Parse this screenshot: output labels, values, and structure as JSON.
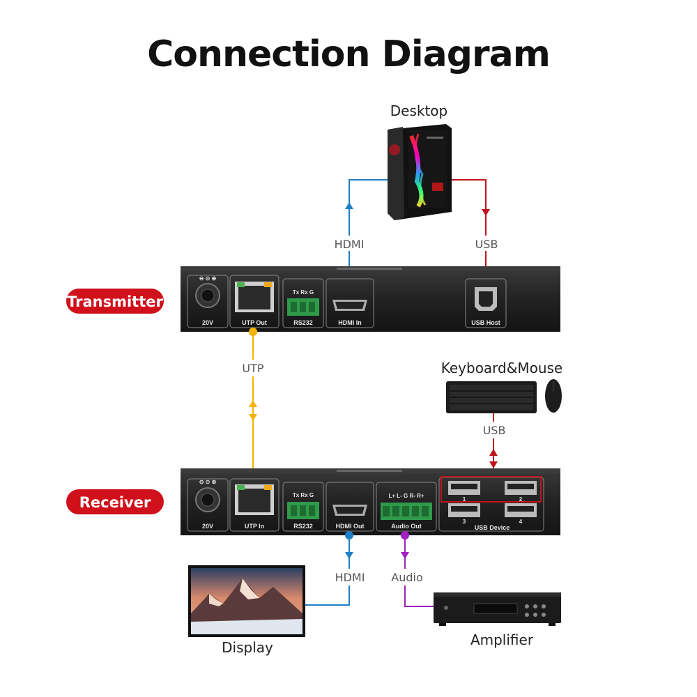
{
  "title": "Connection Diagram",
  "devices": {
    "desktop": "Desktop",
    "keyboard_mouse": "Keyboard&Mouse",
    "display": "Display",
    "amplifier": "Amplifier"
  },
  "badges": {
    "transmitter": "Transmitter",
    "receiver": "Receiver"
  },
  "cables": {
    "tx_hdmi": "HDMI",
    "tx_usb": "USB",
    "utp": "UTP",
    "km_usb": "USB",
    "rx_hdmi": "HDMI",
    "rx_audio": "Audio"
  },
  "transmitter_ports": {
    "power": "20V",
    "utp": "UTP Out",
    "rs232": "RS232",
    "rs232_pins": "Tx  Rx  G",
    "hdmi": "HDMI In",
    "usb": "USB Host"
  },
  "receiver_ports": {
    "power": "20V",
    "utp": "UTP In",
    "rs232": "RS232",
    "rs232_pins": "Tx  Rx  G",
    "hdmi": "HDMI Out",
    "audio": "Audio Out",
    "audio_pins": "L+  L-  G  R-  R+",
    "usb": "USB Device",
    "usb_1": "1",
    "usb_2": "2",
    "usb_3": "3",
    "usb_4": "4"
  },
  "colors": {
    "hdmi": "#1f7fc6",
    "usb": "#c0141d",
    "utp": "#f2b400",
    "audio": "#a020c0",
    "badge": "#d0101a",
    "box": "#1f1f1f"
  }
}
